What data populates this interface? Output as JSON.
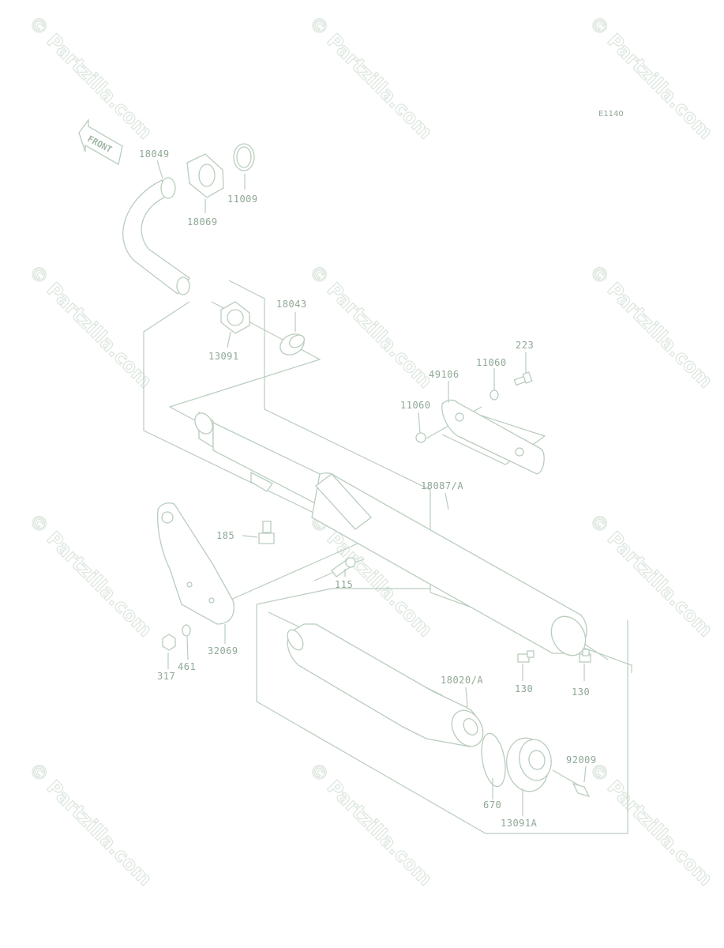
{
  "diagram_code": "E1140",
  "front_label": "FRONT",
  "watermark_text": "© Partzilla.com",
  "parts": {
    "p18049": "18049",
    "p18069": "18069",
    "p11009": "11009",
    "p18043": "18043",
    "p13091": "13091",
    "p223": "223",
    "p11060a": "11060",
    "p49106": "49106",
    "p11060b": "11060",
    "p18087": "18087/A",
    "p185": "185",
    "p115": "115",
    "p32069": "32069",
    "p317": "317",
    "p461": "461",
    "p18020": "18020/A",
    "p130a": "130",
    "p130b": "130",
    "p92009": "92009",
    "p670": "670",
    "p13091a": "13091A"
  },
  "colors": {
    "line": "#b9cdbd",
    "text": "#8fa894",
    "watermark": "#dbe6dd"
  }
}
